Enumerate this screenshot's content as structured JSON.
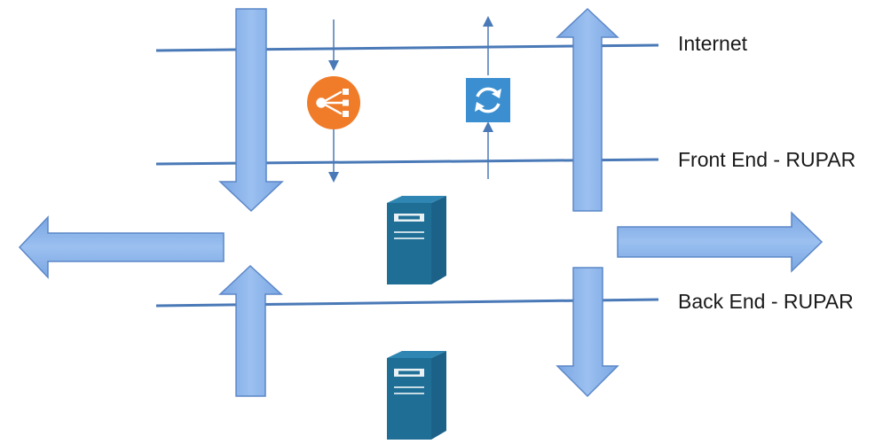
{
  "network_labels": {
    "internet": "Internet",
    "front_end": "Front End - RUPAR",
    "back_end": "Back End - RUPAR"
  },
  "nodes": {
    "load_balancer": {
      "icon": "load-balancer-icon",
      "color": "#f07c2a"
    },
    "sync_service": {
      "icon": "sync-icon",
      "color": "#3b8fd0"
    },
    "server_front": {
      "icon": "server-icon",
      "color": "#1e6e96"
    },
    "server_back": {
      "icon": "server-icon",
      "color": "#1e6e96"
    }
  },
  "colors": {
    "network_line": "#4a79b7",
    "flow_arrow_fill": "#8db4ea",
    "flow_arrow_stroke": "#5b87c7"
  }
}
